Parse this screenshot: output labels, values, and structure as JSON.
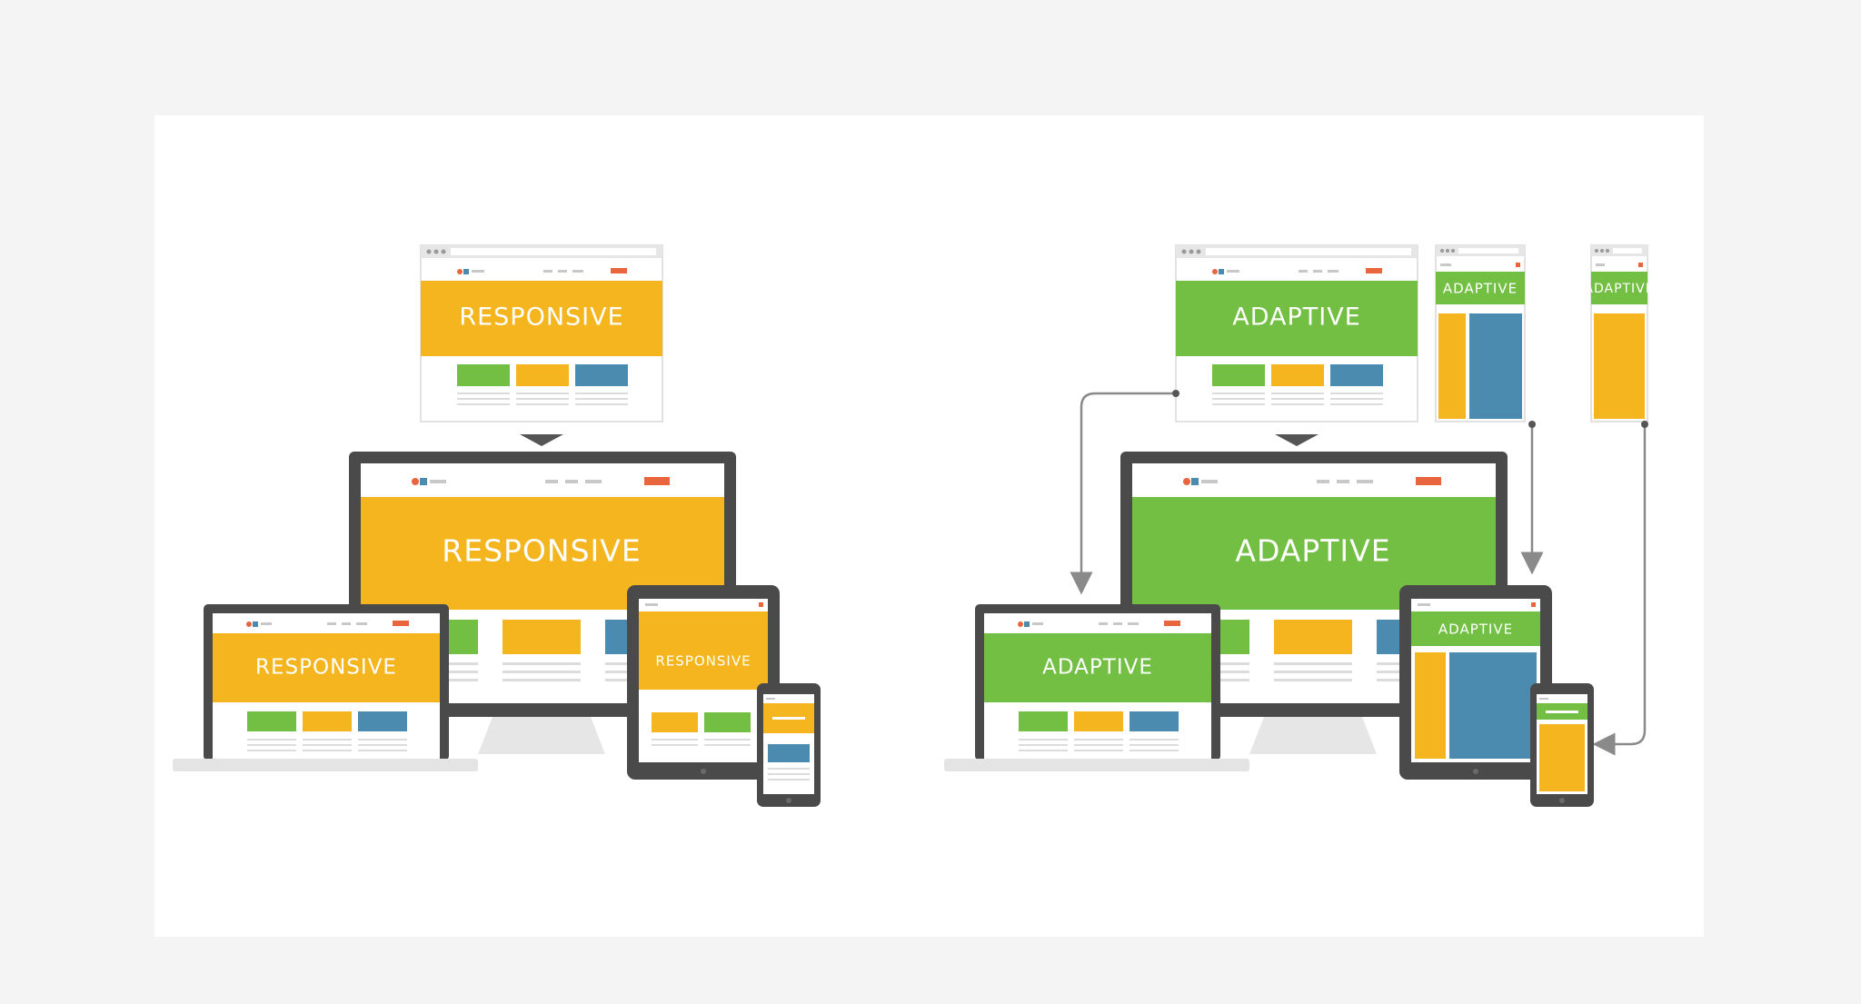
{
  "colors": {
    "background": "#f4f4f4",
    "card": "#ffffff",
    "orange": "#f4b51f",
    "green": "#72bf44",
    "blue": "#4b8bb0",
    "device_frame": "#4a4a4a",
    "arrow": "#8a8a8a",
    "nav_button": "#e8653e"
  },
  "responsive": {
    "label": "RESPONSIVE",
    "small_label": "RESPONSIVE"
  },
  "adaptive": {
    "label": "ADAPTIVE"
  }
}
